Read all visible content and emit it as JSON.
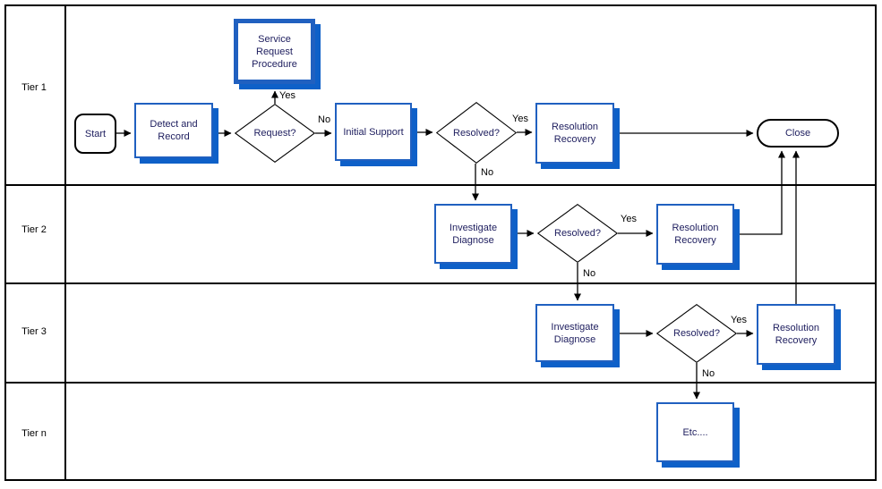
{
  "colors": {
    "box_border": "#2060c0",
    "box_shadow": "#0e60c8",
    "box_text": "#202060",
    "line": "#000000"
  },
  "lanes": [
    {
      "label": "Tier 1"
    },
    {
      "label": "Tier 2"
    },
    {
      "label": "Tier 3"
    },
    {
      "label": "Tier n"
    }
  ],
  "shapes": {
    "start": {
      "label": "Start"
    },
    "detect_record": {
      "label": "Detect and Record"
    },
    "request": {
      "label": "Request?"
    },
    "service_request_procedure": {
      "label": "Service Request Procedure"
    },
    "initial_support": {
      "label": "Initial Support"
    },
    "resolved_1": {
      "label": "Resolved?"
    },
    "resolution_recovery_1": {
      "label": "Resolution Recovery"
    },
    "close": {
      "label": "Close"
    },
    "investigate_diagnose_2": {
      "label": "Investigate Diagnose"
    },
    "resolved_2": {
      "label": "Resolved?"
    },
    "resolution_recovery_2": {
      "label": "Resolution Recovery"
    },
    "investigate_diagnose_3": {
      "label": "Investigate Diagnose"
    },
    "resolved_3": {
      "label": "Resolved?"
    },
    "resolution_recovery_3": {
      "label": "Resolution Recovery"
    },
    "etc": {
      "label": "Etc...."
    }
  },
  "edge_labels": {
    "request_yes": "Yes",
    "request_no": "No",
    "resolved1_yes": "Yes",
    "resolved1_no": "No",
    "resolved2_yes": "Yes",
    "resolved2_no": "No",
    "resolved3_yes": "Yes",
    "resolved3_no": "No"
  }
}
